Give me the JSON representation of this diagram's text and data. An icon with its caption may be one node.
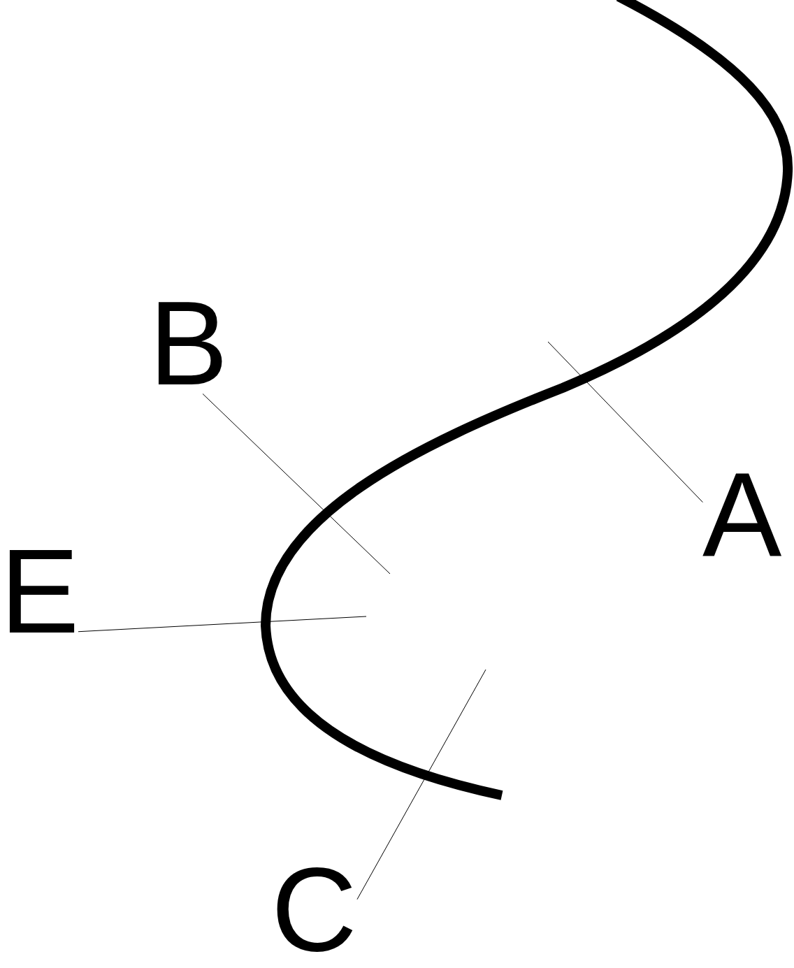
{
  "diagram": {
    "nodes": [
      {
        "text": [
          "B"
        ]
      },
      {
        "text": [
          "A"
        ]
      },
      {
        "text": [
          "E"
        ]
      },
      {
        "text": [
          "C"
        ]
      }
    ],
    "edges": [
      {
        "from": 0,
        "to": null,
        "arrow": "none"
      },
      {
        "from": 1,
        "to": null,
        "arrow": "none"
      },
      {
        "from": 2,
        "to": null,
        "arrow": "none"
      },
      {
        "from": 3,
        "to": null,
        "arrow": "none"
      }
    ]
  }
}
